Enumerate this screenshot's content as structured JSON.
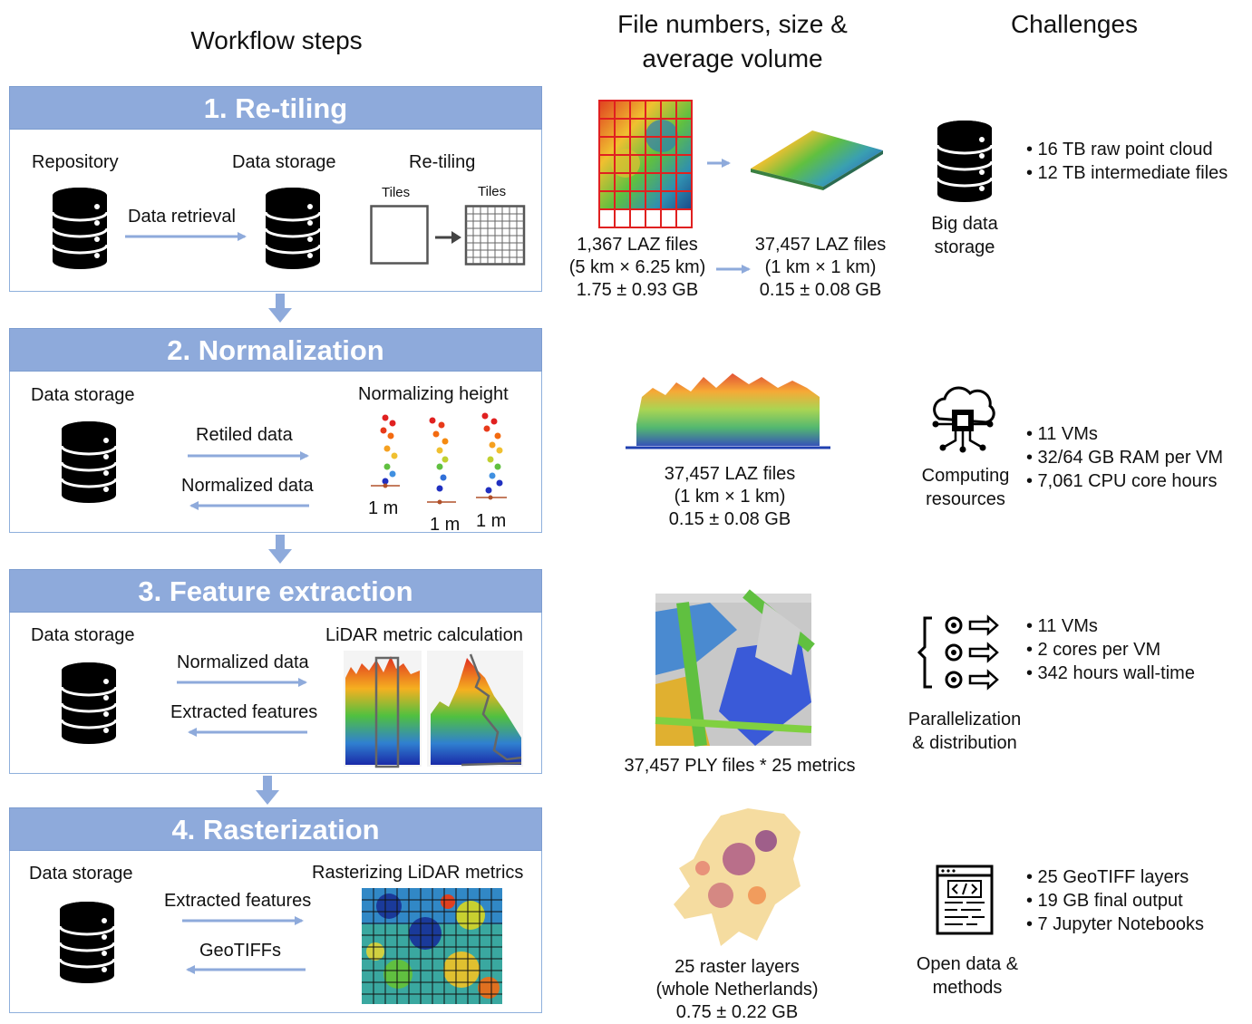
{
  "headers": {
    "workflow": "Workflow steps",
    "files_line1": "File numbers, size &",
    "files_line2": "average volume",
    "challenges": "Challenges"
  },
  "steps": [
    {
      "title": "1. Re-tiling",
      "left_label": "Repository",
      "mid_label": "Data storage",
      "right_label": "Re-tiling",
      "arrow_label": "Data retrieval",
      "tiles_a": "Tiles",
      "tiles_b": "Tiles"
    },
    {
      "title": "2. Normalization",
      "left_label": "Data storage",
      "right_label": "Normalizing height",
      "arrow_top": "Retiled data",
      "arrow_bottom": "Normalized data",
      "heights": [
        "1 m",
        "1 m",
        "1 m"
      ]
    },
    {
      "title": "3. Feature extraction",
      "left_label": "Data storage",
      "right_label": "LiDAR metric calculation",
      "arrow_top": "Normalized data",
      "arrow_bottom": "Extracted features"
    },
    {
      "title": "4. Rasterization",
      "left_label": "Data storage",
      "right_label": "Rasterizing LiDAR metrics",
      "arrow_top": "Extracted features",
      "arrow_bottom": "GeoTIFFs"
    }
  ],
  "files": {
    "row1_left": [
      "1,367 LAZ files",
      "(5 km × 6.25 km)",
      "1.75 ± 0.93 GB"
    ],
    "row1_right": [
      "37,457 LAZ files",
      "(1 km × 1 km)",
      "0.15 ± 0.08 GB"
    ],
    "row2": [
      "37,457 LAZ files",
      "(1 km × 1 km)",
      "0.15 ± 0.08 GB"
    ],
    "row3": [
      "37,457 PLY files * 25 metrics"
    ],
    "row4": [
      "25 raster layers",
      "(whole Netherlands)",
      "0.75 ± 0.22 GB"
    ]
  },
  "challenges": [
    {
      "label": [
        "Big data",
        "storage"
      ],
      "icon": "database-icon",
      "bullets": [
        "• 16 TB raw point cloud",
        "• 12 TB intermediate files"
      ]
    },
    {
      "label": [
        "Computing",
        "resources"
      ],
      "icon": "cloud-chip-icon",
      "bullets": [
        "• 11 VMs",
        "• 32/64 GB RAM per VM",
        "• 7,061 CPU core hours"
      ]
    },
    {
      "label": [
        "Parallelization",
        "& distribution"
      ],
      "icon": "parallel-gears-icon",
      "bullets": [
        "• 11 VMs",
        "• 2 cores per VM",
        "• 342 hours wall-time"
      ]
    },
    {
      "label": [
        "Open data &",
        "methods"
      ],
      "icon": "code-document-icon",
      "bullets": [
        "• 25 GeoTIFF layers",
        "• 19 GB final output",
        "• 7 Jupyter Notebooks"
      ]
    }
  ],
  "colors": {
    "band": "#8eaadb",
    "arrow": "#8eaadb",
    "border": "#8fb0dc"
  }
}
